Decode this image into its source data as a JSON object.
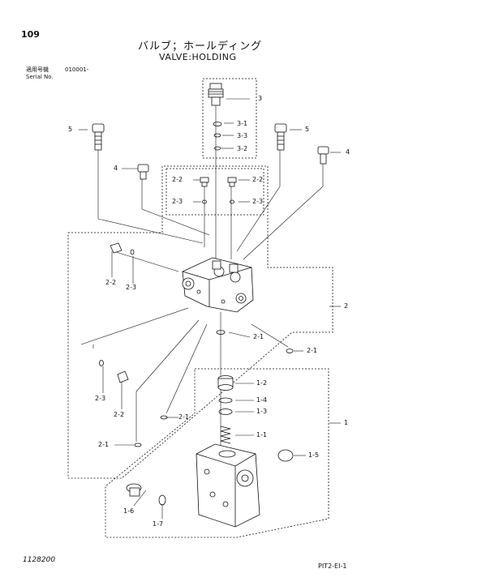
{
  "header": {
    "page_number": "109",
    "title_jp": "バルブ；ホールディング",
    "title_en": "VALVE:HOLDING",
    "serial_label_jp": "適用号機",
    "serial_label_en": "Serial No.",
    "serial_value": "010001-"
  },
  "footer": {
    "drawing_number": "1128200",
    "sheet_code": "PIT2-EI-1"
  },
  "callouts": {
    "c3": "3",
    "c3_1": "3-1",
    "c3_3": "3-3",
    "c3_2": "3-2",
    "c5_left": "5",
    "c5_right": "5",
    "c4_left": "4",
    "c4_right": "4",
    "c2_2_a": "2-2",
    "c2_2_b": "2-2",
    "c2_3_a": "2-3",
    "c2_3_b": "2-3",
    "c2_2_c": "2-2",
    "c2_3_c": "2-3",
    "c2": "2",
    "c2_1_a": "2-1",
    "c2_1_b": "2-1",
    "c2_3_d": "2-3",
    "c2_2_d": "2-2",
    "c2_1_c": "2-1",
    "c2_1_d": "2-1",
    "c1_2": "1-2",
    "c1_4": "1-4",
    "c1_3": "1-3",
    "c1": "1",
    "c1_1": "1-1",
    "c1_5": "1-5",
    "c1_6": "1-6",
    "c1_7": "1-7"
  }
}
